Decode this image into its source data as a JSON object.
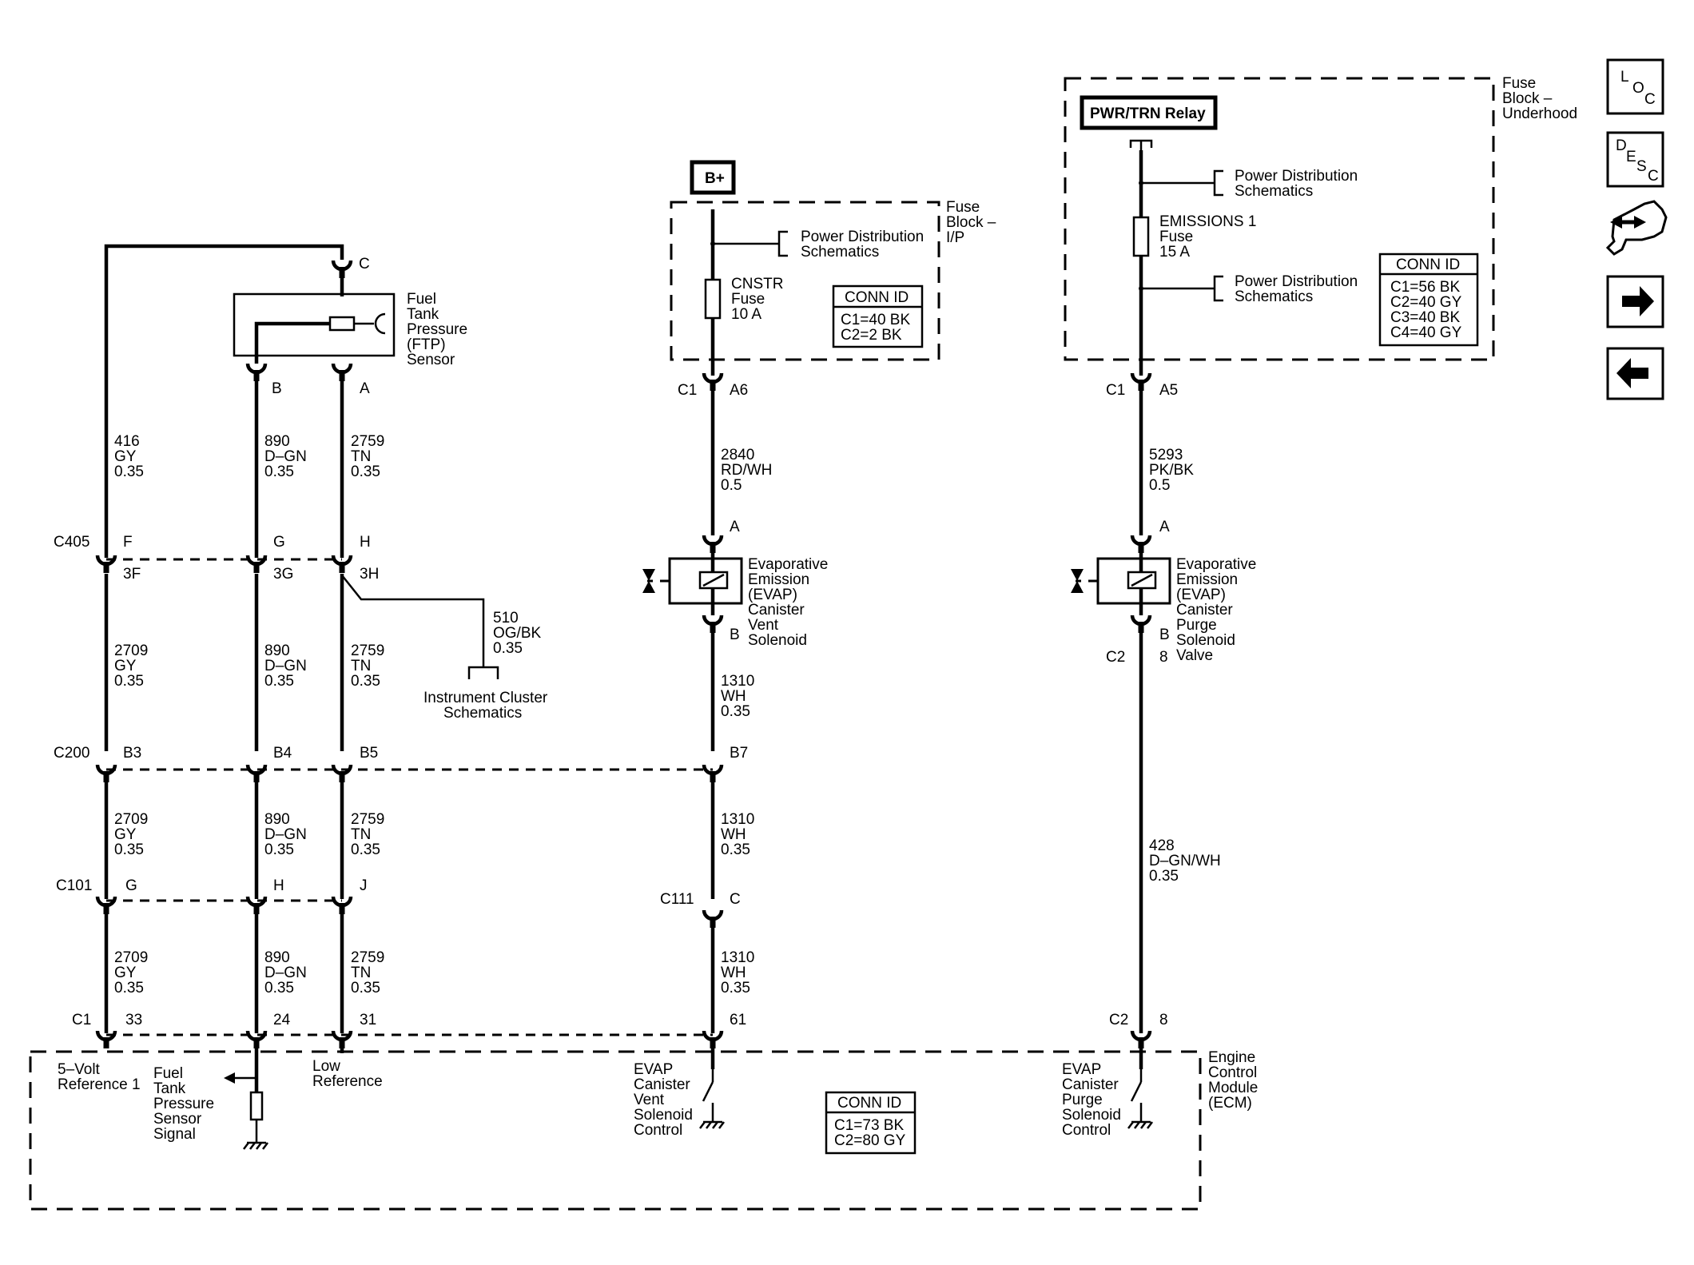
{
  "b_plus": "B+",
  "pwr_relay": "PWR/TRN Relay",
  "ftp_sensor": [
    "Fuel",
    "Tank",
    "Pressure",
    "(FTP)",
    "Sensor"
  ],
  "fuse_block_ip": [
    "Fuse",
    "Block –",
    "I/P"
  ],
  "fuse_block_uh": [
    "Fuse",
    "Block –",
    "Underhood"
  ],
  "pds": [
    "Power Distribution",
    "Schematics"
  ],
  "cnstr_fuse": [
    "CNSTR",
    "Fuse",
    "10 A"
  ],
  "em_fuse": [
    "EMISSIONS 1",
    "Fuse",
    "15 A"
  ],
  "conn_id_ip": {
    "title": "CONN ID",
    "lines": [
      "C1=40 BK",
      "C2=2 BK"
    ]
  },
  "conn_id_uh": {
    "title": "CONN ID",
    "lines": [
      "C1=56 BK",
      "C2=40 GY",
      "C3=40 BK",
      "C4=40 GY"
    ]
  },
  "conn_id_ecm": {
    "title": "CONN ID",
    "lines": [
      "C1=73 BK",
      "C2=80 GY"
    ]
  },
  "ftp_pins": {
    "c": "C",
    "b": "B",
    "a": "A"
  },
  "wires_top": [
    [
      "416",
      "GY",
      "0.35"
    ],
    [
      "890",
      "D–GN",
      "0.35"
    ],
    [
      "2759",
      "TN",
      "0.35"
    ]
  ],
  "wires_mid1": [
    [
      "2709",
      "GY",
      "0.35"
    ],
    [
      "890",
      "D–GN",
      "0.35"
    ],
    [
      "2759",
      "TN",
      "0.35"
    ]
  ],
  "wires_mid2": [
    [
      "2709",
      "GY",
      "0.35"
    ],
    [
      "890",
      "D–GN",
      "0.35"
    ],
    [
      "2759",
      "TN",
      "0.35"
    ]
  ],
  "wires_bot": [
    [
      "2709",
      "GY",
      "0.35"
    ],
    [
      "890",
      "D–GN",
      "0.35"
    ],
    [
      "2759",
      "TN",
      "0.35"
    ]
  ],
  "c405": {
    "name": "C405",
    "pins": [
      "F",
      "G",
      "H"
    ],
    "pins2": [
      "3F",
      "3G",
      "3H"
    ]
  },
  "c200": {
    "name": "C200",
    "pins": [
      "B3",
      "B4",
      "B5",
      "B7"
    ]
  },
  "c101": {
    "name": "C101",
    "pins": [
      "G",
      "H",
      "J"
    ]
  },
  "c1_ecm": {
    "name": "C1",
    "pins": [
      "33",
      "24",
      "31",
      "61"
    ]
  },
  "c2_ecm": {
    "name": "C2",
    "pin": "8"
  },
  "ic_wire": [
    "510",
    "OG/BK",
    "0.35"
  ],
  "ic_schem": [
    "Instrument Cluster",
    "Schematics"
  ],
  "vent_conn": {
    "c": "C1",
    "p": "A6"
  },
  "vent_wire1": [
    "2840",
    "RD/WH",
    "0.5"
  ],
  "vent_sol": [
    "Evaporative",
    "Emission",
    "(EVAP)",
    "Canister",
    "Vent",
    "Solenoid"
  ],
  "vent_pins": {
    "a": "A",
    "b": "B"
  },
  "vent_wire2": [
    "1310",
    "WH",
    "0.35"
  ],
  "vent_wire3": [
    "1310",
    "WH",
    "0.35"
  ],
  "vent_wire4": [
    "1310",
    "WH",
    "0.35"
  ],
  "c111": {
    "name": "C111",
    "pin": "C"
  },
  "purge_conn": {
    "c": "C1",
    "p": "A5"
  },
  "purge_wire1": [
    "5293",
    "PK/BK",
    "0.5"
  ],
  "purge_sol": [
    "Evaporative",
    "Emission",
    "(EVAP)",
    "Canister",
    "Purge",
    "Solenoid",
    "Valve"
  ],
  "purge_pins": {
    "a": "A",
    "b": "B",
    "c2": "C2",
    "p8": "8"
  },
  "purge_wire2": [
    "428",
    "D–GN/WH",
    "0.35"
  ],
  "ecm_name": [
    "Engine",
    "Control",
    "Module",
    "(ECM)"
  ],
  "ecm_5v": [
    "5–Volt",
    "Reference 1"
  ],
  "ecm_ftp": [
    "Fuel",
    "Tank",
    "Pressure",
    "Sensor",
    "Signal"
  ],
  "ecm_low": [
    "Low",
    "Reference"
  ],
  "ecm_vent": [
    "EVAP",
    "Canister",
    "Vent",
    "Solenoid",
    "Control"
  ],
  "ecm_purge": [
    "EVAP",
    "Canister",
    "Purge",
    "Solenoid",
    "Control"
  ],
  "nav": {
    "loc": [
      "L",
      "O",
      "C"
    ],
    "desc": [
      "D",
      "E",
      "S",
      "C"
    ]
  }
}
